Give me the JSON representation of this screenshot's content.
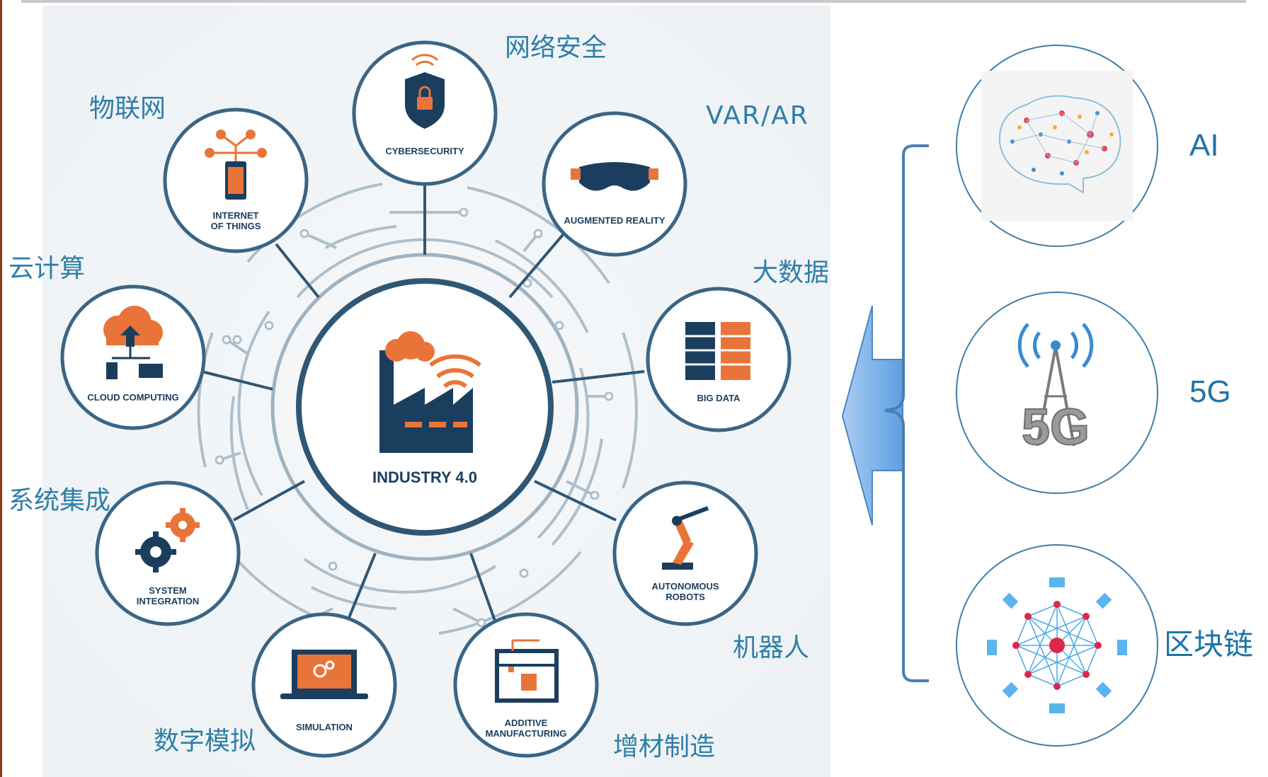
{
  "industry": {
    "center_label": "INDUSTRY 4.0",
    "nodes": [
      {
        "id": "cyber",
        "cn": "网络安全",
        "en1": "CYBERSECURITY",
        "en2": ""
      },
      {
        "id": "var",
        "cn": "VAR/AR",
        "en1": "AUGMENTED REALITY",
        "en2": ""
      },
      {
        "id": "bigdata",
        "cn": "大数据",
        "en1": "BIG DATA",
        "en2": ""
      },
      {
        "id": "robots",
        "cn": "机器人",
        "en1": "AUTONOMOUS",
        "en2": "ROBOTS"
      },
      {
        "id": "additive",
        "cn": "增材制造",
        "en1": "ADDITIVE",
        "en2": "MANUFACTURING"
      },
      {
        "id": "sim",
        "cn": "数字模拟",
        "en1": "SIMULATION",
        "en2": ""
      },
      {
        "id": "sysint",
        "cn": "系统集成",
        "en1": "SYSTEM",
        "en2": "INTEGRATION"
      },
      {
        "id": "cloud",
        "cn": "云计算",
        "en1": "CLOUD COMPUTING",
        "en2": ""
      },
      {
        "id": "iot",
        "cn": "物联网",
        "en1": "INTERNET",
        "en2": "OF THINGS"
      }
    ]
  },
  "tech": [
    {
      "id": "ai",
      "label": "AI"
    },
    {
      "id": "5g",
      "label": "5G",
      "image_text": "5G"
    },
    {
      "id": "blockchain",
      "label": "区块链"
    }
  ],
  "colors": {
    "navy": "#1b3e5f",
    "orange": "#e9743a",
    "ring": "#7e98ab",
    "panel": "#f1f4f6",
    "label": "#2f7fa7",
    "arrow": "#6aa8e6"
  }
}
